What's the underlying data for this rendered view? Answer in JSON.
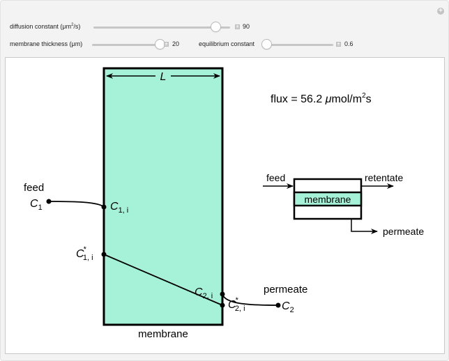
{
  "controls": {
    "diffusion": {
      "label": "diffusion constant (μm",
      "label_sup": "2",
      "label_tail": "/s)",
      "value": "90",
      "fraction": 0.9
    },
    "thickness": {
      "label": "membrane thickness (μm)",
      "value": "20",
      "fraction": 1.0
    },
    "equilibrium": {
      "label": "equilibrium constant",
      "value": "0.6",
      "fraction": 0.06
    }
  },
  "diagram": {
    "membrane_color": "#a6f2d8",
    "length_label": "L",
    "membrane_label": "membrane",
    "flux": {
      "prefix": "flux = ",
      "value": "56.2",
      "unit_mu": "μ",
      "unit_mid": "mol/m",
      "unit_sup": "2",
      "unit_tail": "s"
    },
    "feed_label": "feed",
    "permeate_label": "permeate",
    "c1": {
      "main": "C",
      "sub": "1"
    },
    "c1i": {
      "main": "C",
      "sub": "1, i"
    },
    "c1i_star": {
      "main": "C",
      "star": "*",
      "sub": "1, i"
    },
    "c2i": {
      "main": "C",
      "sub": "2, i"
    },
    "c2i_star": {
      "main": "C",
      "star": "*",
      "sub": "2, i"
    },
    "c2": {
      "main": "C",
      "sub": "2"
    },
    "schematic": {
      "feed": "feed",
      "retentate": "retentate",
      "membrane": "membrane",
      "permeate": "permeate"
    }
  }
}
